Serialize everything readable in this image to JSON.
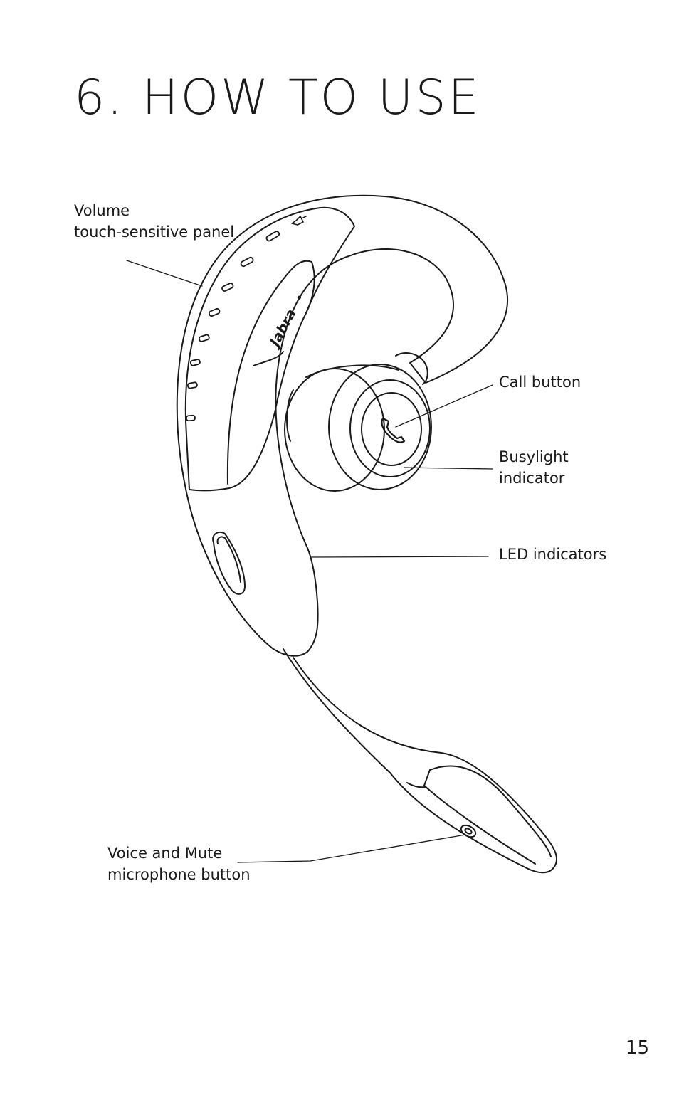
{
  "page": {
    "title": "6.  HOW TO USE",
    "number": "15"
  },
  "diagram": {
    "brand": "Jabra",
    "labels": {
      "volume": [
        "Volume",
        "touch-sensitive panel"
      ],
      "call_button": [
        "Call button"
      ],
      "busylight": [
        "Busylight",
        "indicator"
      ],
      "led": [
        "LED indicators"
      ],
      "mic_button": [
        "Voice and Mute",
        "microphone button"
      ]
    }
  },
  "icons": {
    "call": "phone-handset-icon",
    "busylight": "speaker-icon"
  }
}
